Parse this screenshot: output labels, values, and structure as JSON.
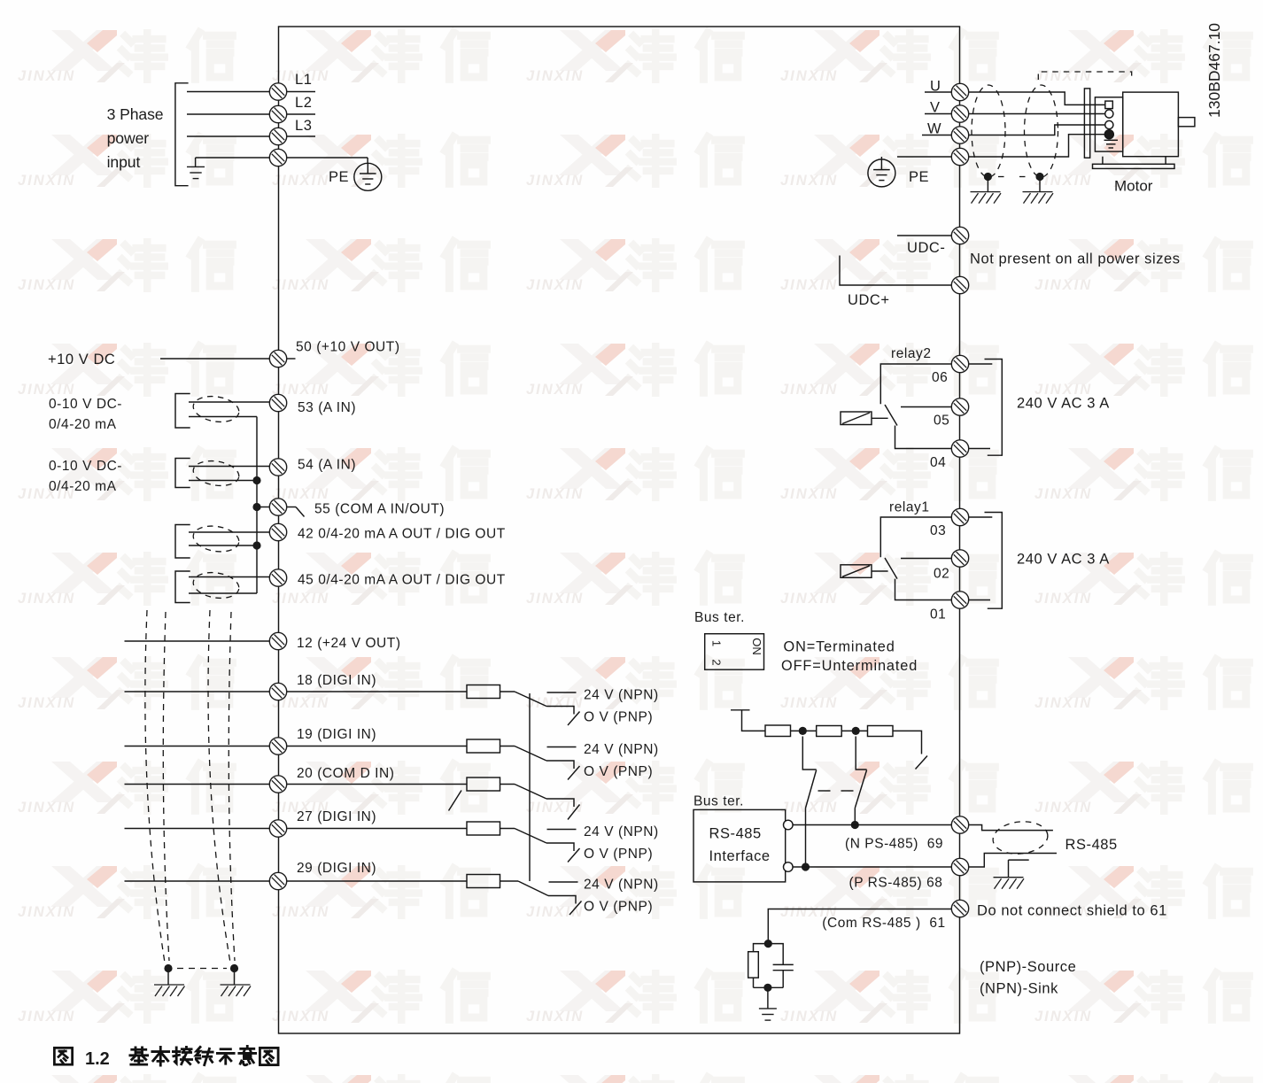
{
  "doc_code": "130BD467.10",
  "caption": {
    "full": "图 1.2 基本接线示意图",
    "number": "1.2"
  },
  "watermark": {
    "cjk": "津信",
    "latin": "JINXIN",
    "gray": "#f1efec",
    "red": "#f0c6ba",
    "latin_gray": "#e7e2df"
  },
  "power_input": {
    "label_line1": "3 Phase",
    "label_line2": "power",
    "label_line3": "input",
    "t_l1": "L1",
    "t_l2": "L2",
    "t_l3": "L3",
    "pe": "PE"
  },
  "motor": {
    "label": "Motor",
    "t_u": "U",
    "t_v": "V",
    "t_w": "W",
    "pe": "PE"
  },
  "dc_bus": {
    "udc_minus": "UDC-",
    "udc_plus": "UDC+",
    "note": "Not present on all power sizes"
  },
  "relay2": {
    "label": "relay2",
    "t1": "06",
    "t2": "05",
    "t3": "04",
    "rating": "240 V AC 3 A"
  },
  "relay1": {
    "label": "relay1",
    "t1": "03",
    "t2": "02",
    "t3": "01",
    "rating": "240 V AC 3 A"
  },
  "analog": {
    "supply": "+10 V DC",
    "t50": "50 (+10 V OUT)",
    "in1_line1": "0-10 V DC-",
    "in1_line2": "0/4-20 mA",
    "in2_line1": "0-10 V DC-",
    "in2_line2": "0/4-20 mA",
    "t53": "53 (A IN)",
    "t54": "54 (A IN)",
    "t55": "55 (COM A IN/OUT)",
    "t42": "42 0/4-20 mA A OUT / DIG OUT",
    "t45": "45 0/4-20 mA A OUT / DIG OUT"
  },
  "digital": {
    "t12": "12 (+24 V OUT)",
    "rows": [
      {
        "label": "18 (DIGI IN)",
        "npn": "24 V (NPN)",
        "pnp": "O V (PNP)"
      },
      {
        "label": "19 (DIGI IN)",
        "npn": "24 V (NPN)",
        "pnp": "O V (PNP)"
      },
      {
        "label": "20 (COM D IN)",
        "npn": "",
        "pnp": ""
      },
      {
        "label": "27 (DIGI IN)",
        "npn": "24 V (NPN)",
        "pnp": "O V (PNP)"
      },
      {
        "label": "29 (DIGI IN)",
        "npn": "24 V (NPN)",
        "pnp": "O V (PNP)"
      }
    ]
  },
  "bus_term": {
    "header": "Bus ter.",
    "sw1": "1",
    "sw2": "2",
    "on": "ON",
    "note_on": "ON=Terminated",
    "note_off": "OFF=Unterminated"
  },
  "rs485": {
    "header": "Bus ter.",
    "box_line1": "RS-485",
    "box_line2": "Interface",
    "t69": "(N PS-485)  69",
    "t68": "(P RS-485) 68",
    "t61": "(Com RS-485 )  61",
    "bus_label": "RS-485",
    "shield_note": "Do not connect shield to 61",
    "source_note": "(PNP)-Source",
    "sink_note": "(NPN)-Sink"
  }
}
